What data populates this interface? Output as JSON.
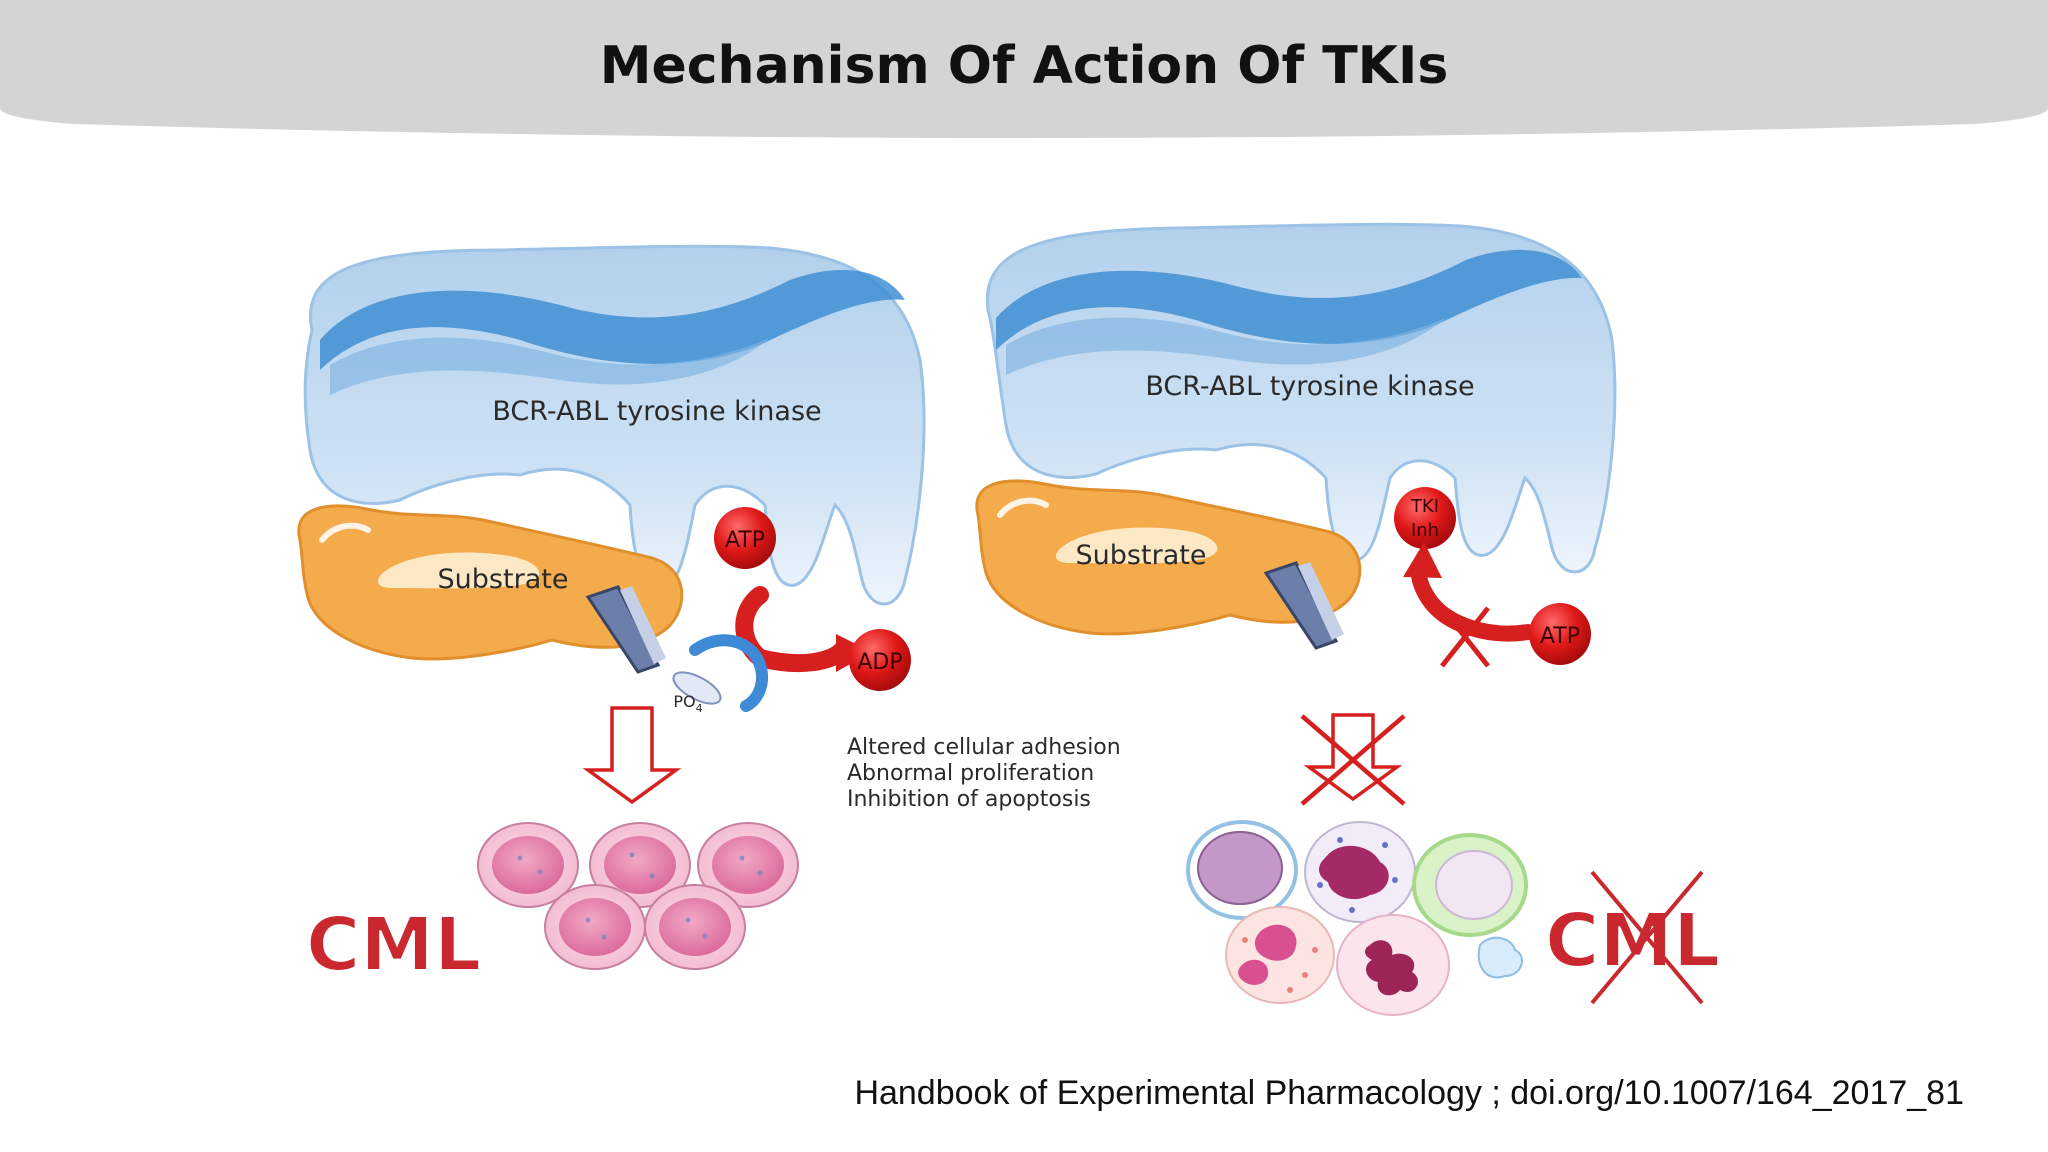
{
  "slide": {
    "title": "Mechanism Of Action Of TKIs",
    "citation": "Handbook of Experimental Pharmacology ; doi.org/10.1007/164_2017_81"
  },
  "left_panel": {
    "kinase_label": "BCR-ABL tyrosine kinase",
    "substrate_label": "Substrate",
    "atp_label": "ATP",
    "adp_label": "ADP",
    "phosphate_label": "PO",
    "phosphate_subscript": "4",
    "effects": [
      "Altered cellular adhesion",
      "Abnormal proliferation",
      "Inhibition of apoptosis"
    ],
    "outcome_label": "CML"
  },
  "right_panel": {
    "kinase_label": "BCR-ABL tyrosine kinase",
    "substrate_label": "Substrate",
    "inhibitor_label_line1": "TKI",
    "inhibitor_label_line2": "Inh",
    "atp_label": "ATP",
    "outcome_label": "CML"
  },
  "icons": {
    "flow_arrow": "hollow-down-arrow-icon",
    "blocked_flow_arrow": "crossed-down-arrow-icon",
    "blocked_atp": "cross-icon",
    "cml_crossed": "cross-icon"
  },
  "colors": {
    "header_band": "#d4d4d4",
    "kinase_fill": "#c6dcf0",
    "kinase_stripe": "#3f8fd2",
    "substrate_fill": "#f4ab4c",
    "ball_red": "#e01818",
    "arrow_red": "#d62020",
    "cml_text": "#c8282e",
    "cell_pink": "#f0a2c0"
  }
}
